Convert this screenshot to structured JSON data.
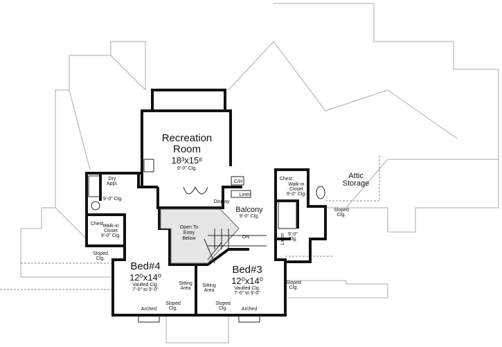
{
  "rooms": {
    "recreation": {
      "name": "Recreation",
      "name2": "Room",
      "size": "18³x15⁶",
      "ceiling": "9'-0\" Clg."
    },
    "balcony": {
      "name": "Balcony",
      "ceiling": "9'-0\" Clg."
    },
    "open_to_entry": {
      "line1": "Open To",
      "line2": "Entry",
      "line3": "Below"
    },
    "bed4": {
      "name": "Bed#4",
      "size": "12⁰x14⁰",
      "ceiling1": "Vaulted Clg.",
      "ceiling2": "7'-0\" to 9'-0\""
    },
    "bed3": {
      "name": "Bed#3",
      "size": "12⁰x14⁰",
      "ceiling1": "Vaulted Clg.",
      "ceiling2": "7'-0\" to 9'-0\""
    },
    "attic": {
      "line1": "Attic",
      "line2": "Storage"
    },
    "left_bath": {
      "ceiling": "9'-0\" Clg."
    },
    "left_closet": {
      "chest": "Chest",
      "line1": "Walk-in",
      "line2": "Closet",
      "line3": "9'-0\" Clg."
    },
    "right_closet": {
      "chest": "Chest",
      "line1": "Walk-in",
      "line2": "Closet",
      "line3": "9'-0\" Clg."
    },
    "right_bath": {
      "line1": "9'-0\"",
      "line2": "Clg."
    }
  },
  "labels": {
    "dry_appl": {
      "line1": "Dry",
      "line2": "Appl."
    },
    "ch": "C/H",
    "linen": "Linen",
    "linen_right": "Linen",
    "display": "Display",
    "dn": "DN",
    "sitting_left": {
      "line1": "Sitting",
      "line2": "Area"
    },
    "sitting_right": {
      "line1": "Sitting",
      "line2": "Area"
    },
    "sloped_left": {
      "line1": "Sloped",
      "line2": "Clg."
    },
    "sloped_right_upper": {
      "line1": "Sloped",
      "line2": "Clg."
    },
    "sloped_right_lower": {
      "line1": "Sloped",
      "line2": "Clg."
    },
    "sloped_bottom_left": {
      "line1": "Sloped",
      "line2": "Clg."
    },
    "sloped_bottom_right": {
      "line1": "Sloped",
      "line2": "Clg."
    },
    "arched_left": "Arched",
    "arched_right": "Arched"
  }
}
